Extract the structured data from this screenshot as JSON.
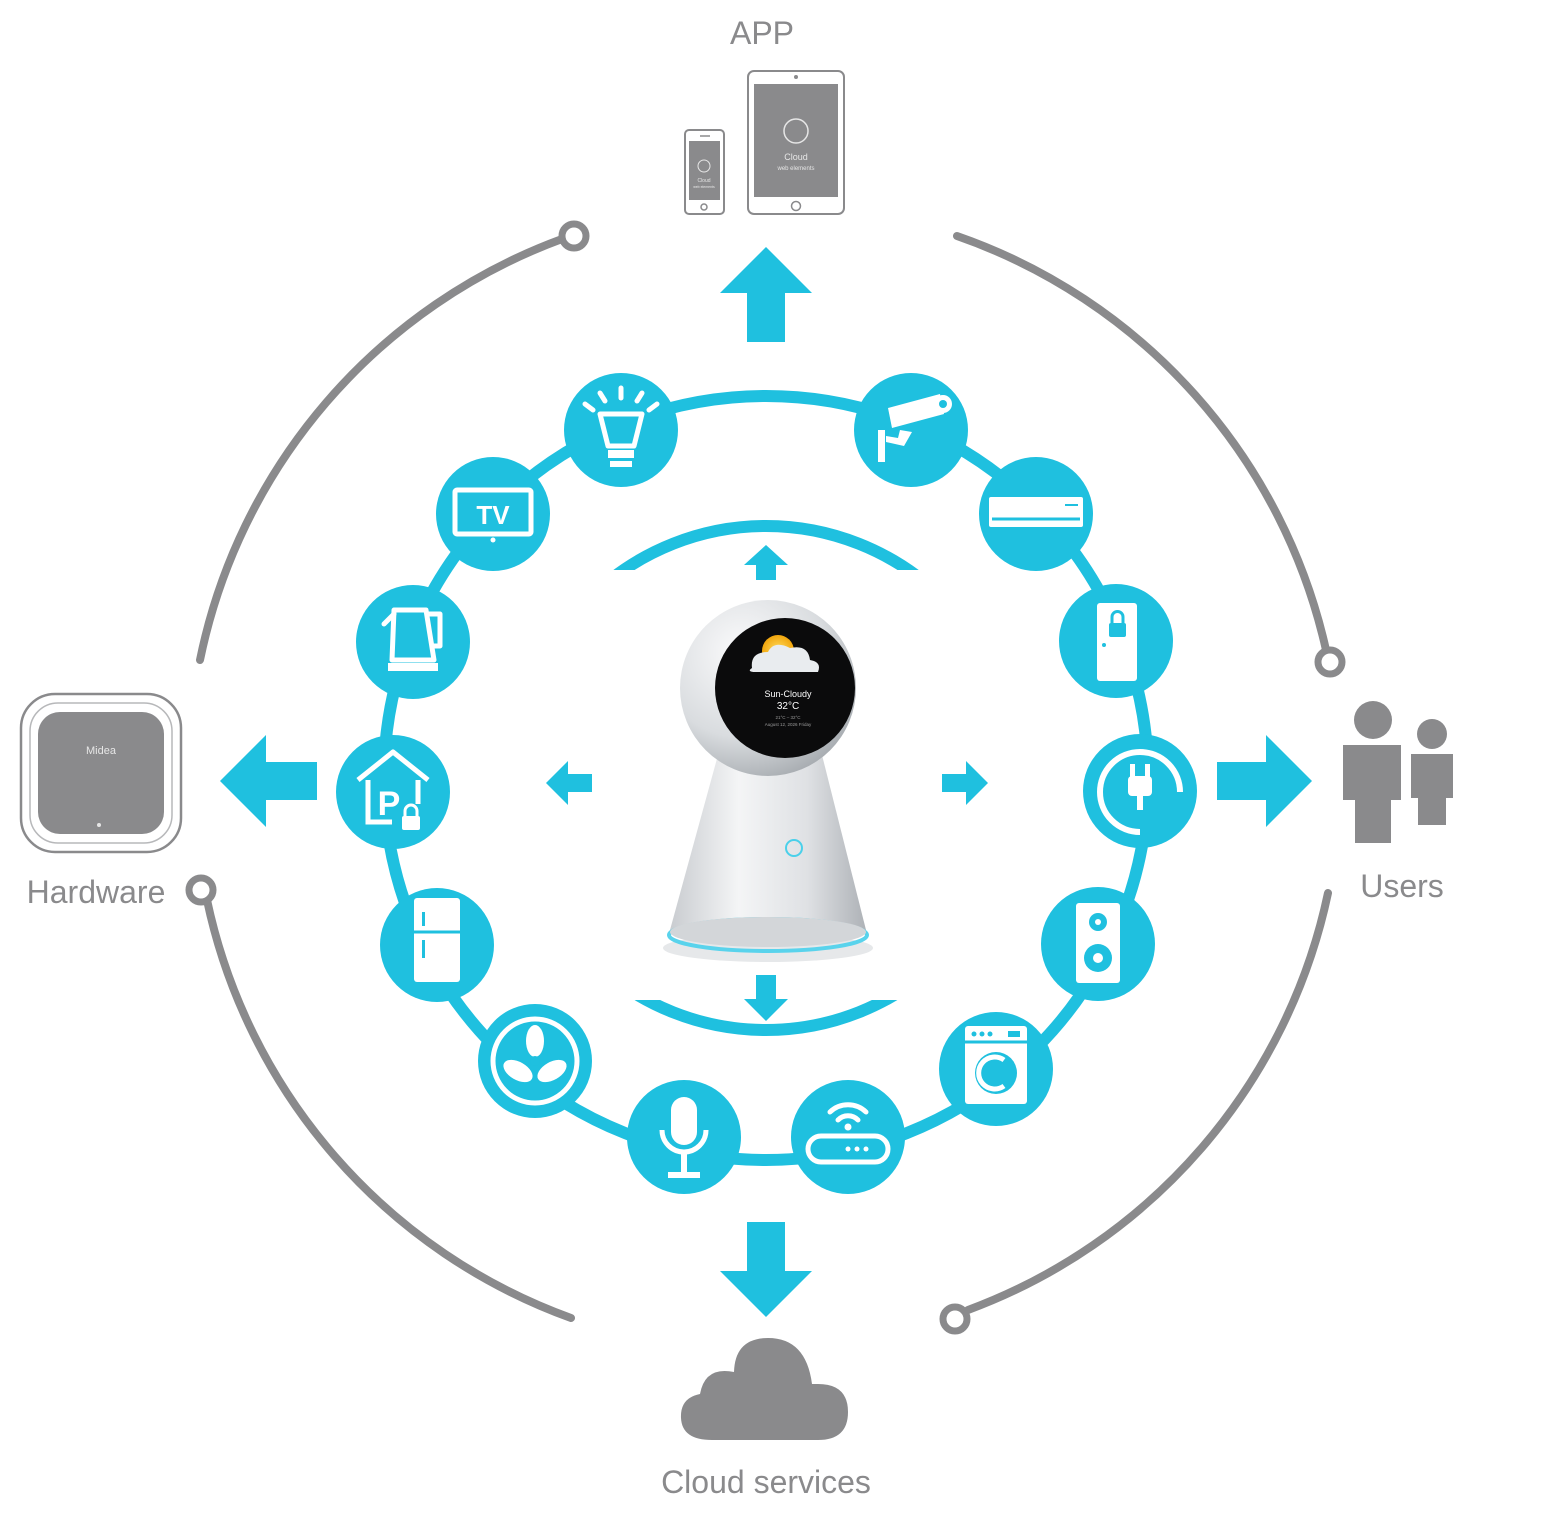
{
  "labels": {
    "app": "APP",
    "hardware": "Hardware",
    "users": "Users",
    "cloud": "Cloud services"
  },
  "devices": {
    "phone_screen_line1": "Cloud",
    "phone_screen_line2": "web elements",
    "tablet_screen_line1": "Cloud",
    "tablet_screen_line2": "web elements"
  },
  "hardware_brand": "Midea",
  "hub_screen": {
    "condition": "Sun-Cloudy",
    "temperature": "32°C",
    "range": "21°C – 32°C",
    "date": "August 12, 2026 Friday"
  },
  "ring_icons": [
    {
      "name": "bulb-icon"
    },
    {
      "name": "security-camera-icon"
    },
    {
      "name": "air-conditioner-icon"
    },
    {
      "name": "smart-lock-door-icon"
    },
    {
      "name": "power-plug-icon"
    },
    {
      "name": "speaker-icon"
    },
    {
      "name": "washing-machine-icon"
    },
    {
      "name": "router-icon"
    },
    {
      "name": "microphone-icon"
    },
    {
      "name": "fan-icon"
    },
    {
      "name": "refrigerator-icon"
    },
    {
      "name": "parking-garage-icon"
    },
    {
      "name": "kettle-icon"
    },
    {
      "name": "tv-icon"
    }
  ],
  "tv_text": "TV",
  "parking_text": "P",
  "colors": {
    "accent": "#1fc0df",
    "gray": "#8a8a8c"
  }
}
